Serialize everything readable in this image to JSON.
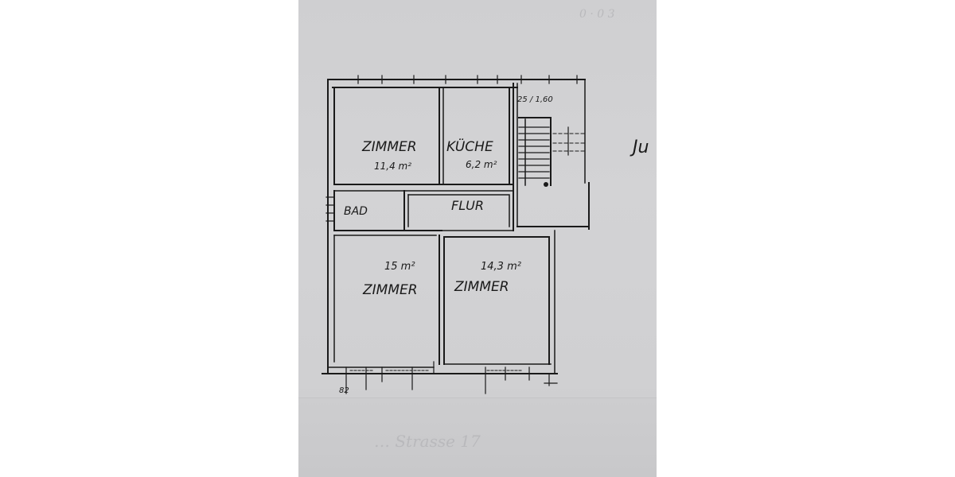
{
  "plan": {
    "rooms": [
      {
        "id": "zimmer-1",
        "label": "ZIMMER",
        "area": "11,4 m²"
      },
      {
        "id": "kueche",
        "label": "KÜCHE",
        "area": "6,2 m²"
      },
      {
        "id": "bad",
        "label": "BAD",
        "area": ""
      },
      {
        "id": "flur",
        "label": "FLUR",
        "area": ""
      },
      {
        "id": "zimmer-2",
        "label": "ZIMMER",
        "area": "15 m²"
      },
      {
        "id": "zimmer-3",
        "label": "ZIMMER",
        "area": "14,3 m²"
      }
    ],
    "stair_note": "25 / 1,60",
    "corner_mark": "82",
    "side_note": "Ju",
    "top_faint_note": "0 · 0 3",
    "bottom_faint_note": "… Strasse 17"
  },
  "colors": {
    "paper": "#d0d0d2",
    "ink": "#1a1a1a",
    "background": "#ffffff"
  }
}
